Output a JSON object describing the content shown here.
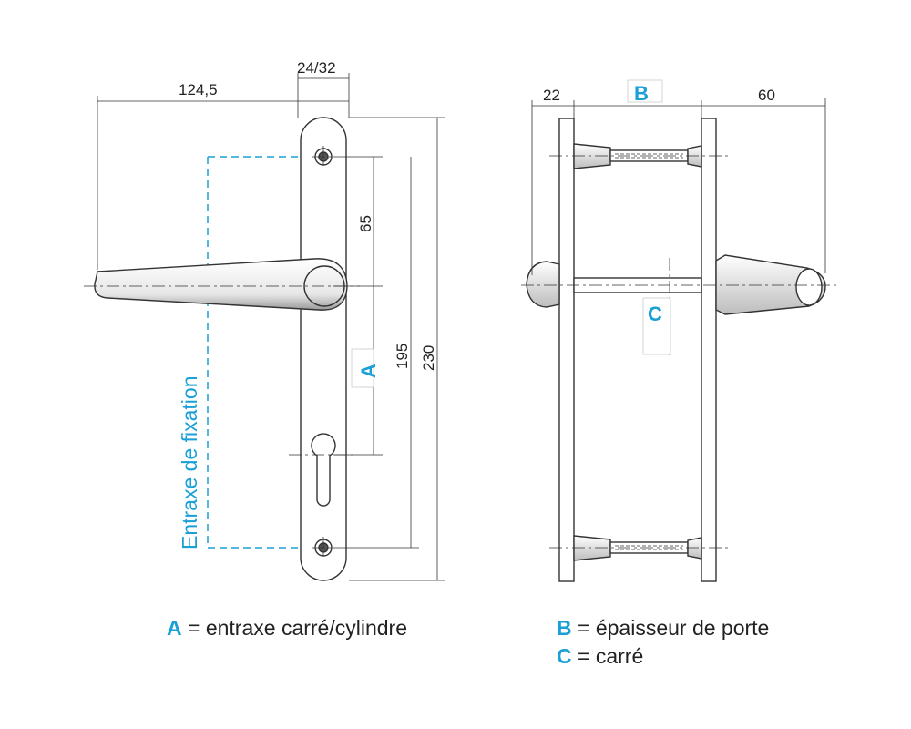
{
  "front_view": {
    "dim_width": "124,5",
    "dim_square": "24/32",
    "dim_65": "65",
    "dim_195": "195",
    "dim_230": "230",
    "label_a": "A",
    "label_entraxe": "Entraxe de fixation"
  },
  "side_view": {
    "dim_22": "22",
    "label_b": "B",
    "dim_60": "60",
    "label_c": "C"
  },
  "legend": {
    "a_key": "A",
    "a_text": " = entraxe carré/cylindre",
    "b_key": "B",
    "b_text": " = épaisseur de porte",
    "c_key": "C",
    "c_text": " = carré"
  },
  "colors": {
    "accent": "#1a9fd6",
    "line": "#333333"
  }
}
